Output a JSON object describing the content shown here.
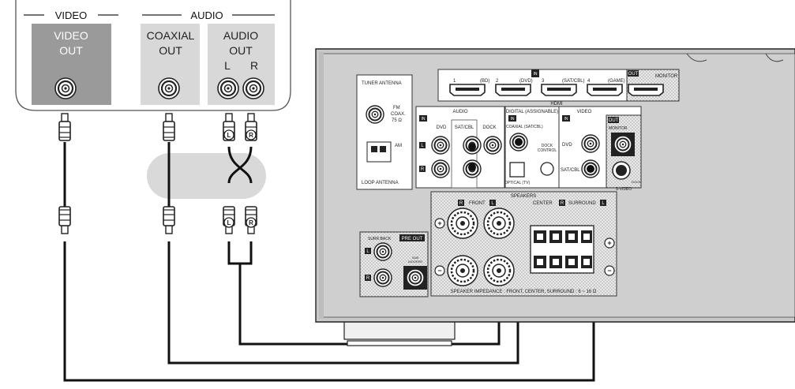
{
  "source_device": {
    "video_group": "VIDEO",
    "audio_group": "AUDIO",
    "video_out": [
      "VIDEO",
      "OUT"
    ],
    "coaxial_out": [
      "COAXIAL",
      "OUT"
    ],
    "audio_out": [
      "AUDIO",
      "OUT"
    ],
    "audio_left": "L",
    "audio_right": "R"
  },
  "plug_labels": {
    "left": "L",
    "right": "R"
  },
  "receiver": {
    "tuner_antenna": "TUNER ANTENNA",
    "fm": [
      "FM",
      "COAX.",
      "75 Ω"
    ],
    "am": "AM",
    "loop_antenna": "LOOP ANTENNA",
    "hdmi_in_badge": "IN",
    "hdmi_label": "HDMI",
    "hdmi_ports": [
      "1",
      "(BD)",
      "2",
      "(DVD)",
      "3",
      "(SAT/CBL)",
      "4",
      "(GAME)"
    ],
    "hdmi_out_badge": "OUT",
    "hdmi_monitor": "MONITOR",
    "audio_section": "AUDIO",
    "audio_in_badge": "IN",
    "audio_dvd": "DVD",
    "audio_satcbl": "SAT/CBL",
    "audio_dock": "DOCK",
    "ch_left": "L",
    "ch_right": "R",
    "digital_section": "DIGITAL (ASSIGNABLE)",
    "digital_in_badge": "IN",
    "coaxial_satcbl": "COAXIAL (SAT/CBL)",
    "optical": "OPTICAL (TV)",
    "dock_control": [
      "DOCK",
      "CONTROL"
    ],
    "video_section": "VIDEO",
    "video_in_badge": "IN",
    "video_dvd": "DVD",
    "video_satcbl": "SAT/CBL",
    "video_out_badge": "OUT",
    "video_monitor": "MONITOR",
    "svideo": "S-VIDEO",
    "dock_small": "DOCK",
    "speakers": "SPEAKERS",
    "front": "FRONT",
    "center": "CENTER",
    "surround": "SURROUND",
    "speaker_impedance": "SPEAKER IMPEDANCE : FRONT, CENTER, SURROUND : 6 ~ 16 Ω",
    "surround_back": "SURR.BACK",
    "pre_out": "PRE OUT",
    "subwoofer": [
      "SUB",
      "WOOFER"
    ],
    "plus": "+",
    "minus": "−"
  }
}
